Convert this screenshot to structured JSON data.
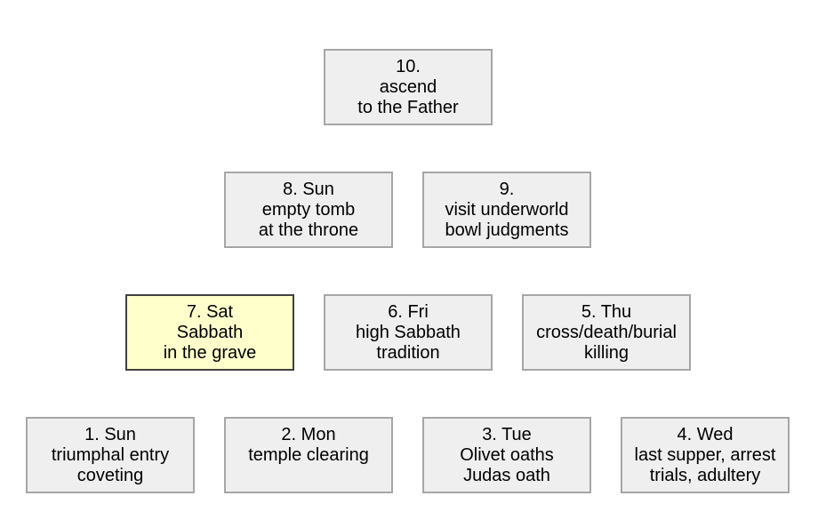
{
  "boxes": {
    "b10": {
      "lines": [
        "10.",
        "ascend",
        "to the Father"
      ]
    },
    "b8": {
      "lines": [
        "8. Sun",
        "empty tomb",
        "at the throne"
      ]
    },
    "b9": {
      "lines": [
        "9.",
        "visit underworld",
        "bowl judgments"
      ]
    },
    "b7": {
      "lines": [
        "7. Sat",
        "Sabbath",
        "in the grave"
      ]
    },
    "b6": {
      "lines": [
        "6. Fri",
        "high Sabbath",
        "tradition"
      ]
    },
    "b5": {
      "lines": [
        "5. Thu",
        "cross/death/burial",
        "killing"
      ]
    },
    "b1": {
      "lines": [
        "1. Sun",
        "triumphal entry",
        "coveting"
      ]
    },
    "b2": {
      "lines": [
        "2. Mon",
        "temple clearing",
        ""
      ]
    },
    "b3": {
      "lines": [
        "3. Tue",
        "Olivet oaths",
        "Judas oath"
      ]
    },
    "b4": {
      "lines": [
        "4. Wed",
        "last supper, arrest",
        "trials, adultery"
      ]
    }
  },
  "colors": {
    "box_fill": "#efefef",
    "box_border": "#a6a6a6",
    "highlight_fill": "#ffffcc",
    "highlight_border": "#404040"
  }
}
